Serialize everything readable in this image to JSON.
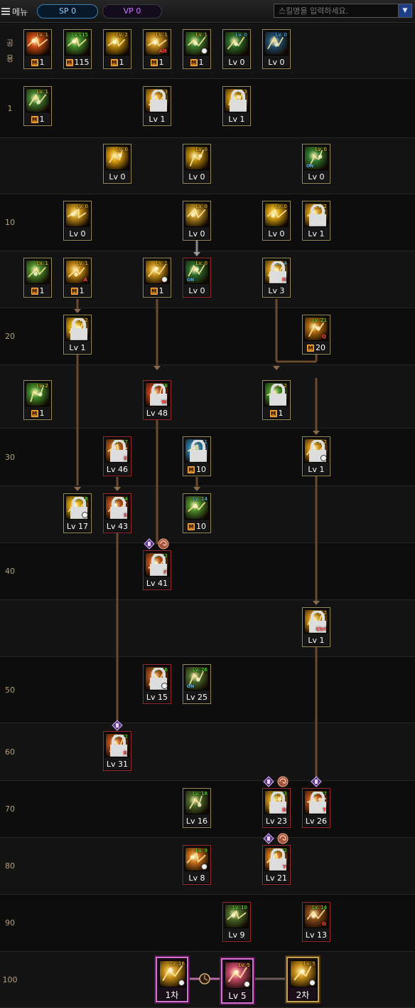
{
  "header": {
    "menu_label": "메뉴",
    "sp_label": "SP",
    "sp_value": "0",
    "vp_label": "VP",
    "vp_value": "0",
    "search_placeholder": "스킬명을 입력하세요."
  },
  "row_labels": [
    "공용",
    "1",
    "",
    "10",
    "",
    "20",
    "",
    "30",
    "",
    "40",
    "",
    "50",
    "60",
    "70",
    "80",
    "90",
    "100"
  ],
  "skills": [
    {
      "lv_tag": "Lv. 1",
      "bottom": "1",
      "m": true,
      "color": "#c84a14"
    },
    {
      "lv_tag": "Lv.115",
      "bottom": "115",
      "m": true,
      "color": "#3f8a2a",
      "tag": "g"
    },
    {
      "lv_tag": "Lv. 2",
      "bottom": "1",
      "m": true,
      "color": "#b8860b"
    },
    {
      "lv_tag": "Lv. 1",
      "bottom": "1",
      "m": true,
      "color": "#c48a1a",
      "key": "Alt"
    },
    {
      "lv_tag": "Lv. 1",
      "bottom": "1",
      "m": true,
      "color": "#3a7a2a",
      "clock": true
    },
    {
      "lv_tag": "Lv. 0",
      "bottom": "Lv 0",
      "color": "#2a6a2a",
      "tag": "b"
    },
    {
      "lv_tag": "Lv. 0",
      "bottom": "Lv 0",
      "color": "#1f4e6e",
      "tag": "b"
    },
    {
      "lv_tag": "Lv. 1",
      "bottom": "1",
      "m": true,
      "color": "#3f7f2f"
    },
    {
      "lv_tag": "Lv. 3",
      "bottom": "Lv 1",
      "color": "#c88a16",
      "lock": true
    },
    {
      "lv_tag": "Lv. 3",
      "bottom": "Lv 1",
      "color": "#c08a10",
      "lock": true
    },
    {
      "lv_tag": "Lv. 0",
      "bottom": "Lv 0",
      "color": "#d79a10"
    },
    {
      "lv_tag": "Lv. 0",
      "bottom": "Lv 0",
      "color": "#b8860b"
    },
    {
      "lv_tag": "Lv. 0",
      "bottom": "Lv 0",
      "color": "#2f7a2f",
      "on": true
    },
    {
      "lv_tag": "Lv. 0",
      "bottom": "Lv 0",
      "color": "#c8901a"
    },
    {
      "lv_tag": "Lv. 0",
      "bottom": "Lv 0",
      "color": "#b58a20"
    },
    {
      "lv_tag": "Lv. 0",
      "bottom": "Lv 0",
      "color": "#d4a010"
    },
    {
      "lv_tag": "Lv. 2",
      "bottom": "Lv 1",
      "color": "#c8901a",
      "lock": true
    },
    {
      "lv_tag": "Lv. 1",
      "bottom": "1",
      "m": true,
      "color": "#4a8a2a"
    },
    {
      "lv_tag": "Lv. 1",
      "bottom": "1",
      "m": true,
      "color": "#c88a16",
      "key": "A"
    },
    {
      "lv_tag": "Lv. 1",
      "bottom": "1",
      "m": true,
      "color": "#c8901a",
      "clock": true
    },
    {
      "lv_tag": "Lv. 0",
      "bottom": "Lv 0",
      "color": "#2a6a2a",
      "on": true,
      "red": true
    },
    {
      "lv_tag": "Lv. 4",
      "bottom": "Lv 3",
      "color": "#c8901a",
      "lock": true,
      "key": "H",
      "tag": "b"
    },
    {
      "lv_tag": "Lv. 2",
      "bottom": "Lv 1",
      "color": "#d4a010",
      "lock": true
    },
    {
      "lv_tag": "Lv. 21",
      "bottom": "20",
      "m": true,
      "color": "#b06a10",
      "key": "Q",
      "tag": "g"
    },
    {
      "lv_tag": "Lv. 2",
      "bottom": "1",
      "m": true,
      "color": "#3f8a2a"
    },
    {
      "lv_tag": "Lv. 48",
      "bottom": "Lv 48",
      "color": "#b53a18",
      "key": "W",
      "lock": true,
      "tag": "g",
      "red": true
    },
    {
      "lv_tag": "Lv. 2",
      "bottom": "1",
      "m": true,
      "color": "#3f8a2a",
      "lock": true
    },
    {
      "lv_tag": "Lv. 47",
      "bottom": "Lv 46",
      "color": "#b05a18",
      "key": "E",
      "lock": true,
      "tag": "g",
      "red": true
    },
    {
      "lv_tag": "Lv. 11",
      "bottom": "10",
      "m": true,
      "color": "#2a7aa8",
      "lock": true,
      "tag": "b"
    },
    {
      "lv_tag": "Lv. 2",
      "bottom": "Lv 1",
      "color": "#c88a16",
      "lock": true,
      "clock": true
    },
    {
      "lv_tag": "Lv. 18",
      "bottom": "Lv 17",
      "color": "#d4a010",
      "clock": true,
      "lock": true,
      "tag": "g"
    },
    {
      "lv_tag": "Lv. 44",
      "bottom": "Lv 43",
      "color": "#b5501a",
      "key": "S",
      "lock": true,
      "tag": "g",
      "red": true
    },
    {
      "lv_tag": "Lv. 14",
      "bottom": "10",
      "m": true,
      "color": "#4a8a2a",
      "tag": "b"
    },
    {
      "lv_tag": "Lv. 42",
      "bottom": "Lv 41",
      "color": "#b5501a",
      "key": "F",
      "lock": true,
      "tag": "g",
      "red": true
    },
    {
      "lv_tag": "Lv. 2",
      "bottom": "Lv 1",
      "color": "#c88a16",
      "key": "Ctrl",
      "lock": true
    },
    {
      "lv_tag": "Lv. 16",
      "bottom": "Lv 15",
      "color": "#a8501a",
      "lock": true,
      "clock": true,
      "tag": "g",
      "red": true
    },
    {
      "lv_tag": "Lv. 26",
      "bottom": "Lv 25",
      "color": "#4a6a2a",
      "on": true,
      "tag": "g"
    },
    {
      "lv_tag": "Lv. 32",
      "bottom": "Lv 31",
      "color": "#b5501a",
      "key": "R",
      "lock": true,
      "tag": "g",
      "red": true
    },
    {
      "lv_tag": "Lv. 18",
      "bottom": "Lv 16",
      "color": "#4a6a2a",
      "tag": "g"
    },
    {
      "lv_tag": "Lv. 23",
      "bottom": "Lv 23",
      "color": "#c8901a",
      "key": "D",
      "lock": true,
      "tag": "g",
      "red": true
    },
    {
      "lv_tag": "Lv. 27",
      "bottom": "Lv 26",
      "color": "#b5501a",
      "key": "T",
      "lock": true,
      "tag": "g",
      "red": true
    },
    {
      "lv_tag": "Lv. 9",
      "bottom": "Lv 8",
      "color": "#c8701a",
      "clock": true,
      "tag": "g",
      "red": true
    },
    {
      "lv_tag": "Lv. 22",
      "bottom": "Lv 21",
      "color": "#c8701a",
      "key": "Y",
      "lock": true,
      "tag": "g",
      "red": true
    },
    {
      "lv_tag": "Lv. 10",
      "bottom": "Lv 9",
      "color": "#4a6a2a",
      "tag": "g",
      "red": true
    },
    {
      "lv_tag": "Lv. 14",
      "bottom": "Lv 13",
      "color": "#8a4a1a",
      "key": "G",
      "tag": "g",
      "red": true
    }
  ],
  "final_skills": [
    {
      "lv_tag": "Lv. 16",
      "bottom": "1차",
      "color": "#c8901a",
      "clock": true,
      "style": "pink"
    },
    {
      "lv_tag": "Lv. 5",
      "bottom": "Lv 5",
      "color": "#c84a6a",
      "clock": true,
      "style": "pink"
    },
    {
      "lv_tag": "Lv. 5",
      "bottom": "2차",
      "color": "#c8901a",
      "clock": true,
      "style": "gold"
    }
  ]
}
